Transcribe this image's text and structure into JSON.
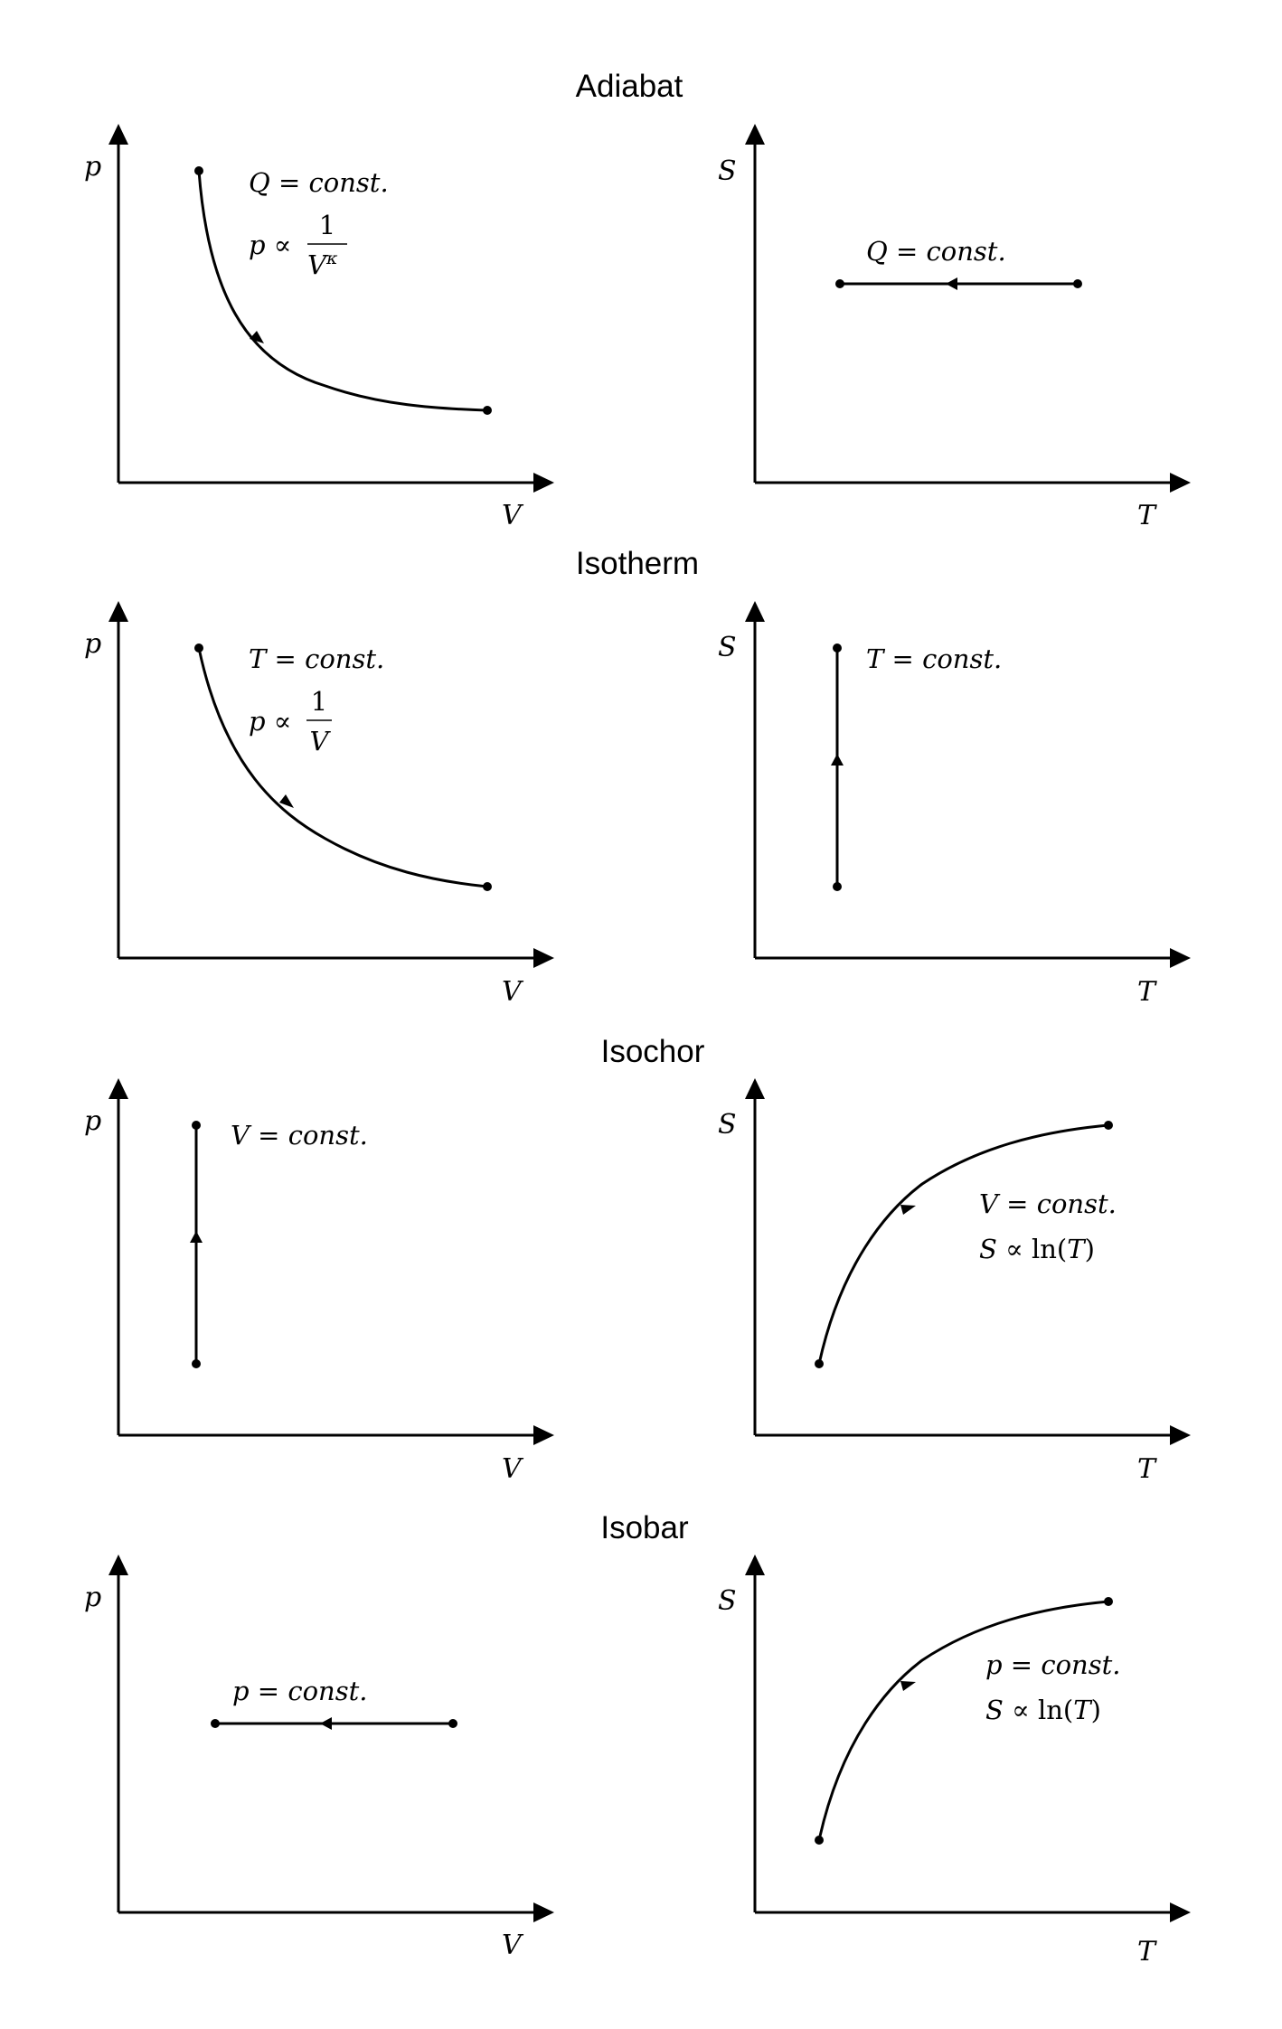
{
  "sections": [
    {
      "title": "Adiabat",
      "pv": {
        "x_label": "V",
        "y_label": "p",
        "lines": [
          "Q = const.",
          "p ∝ 1/V^κ"
        ]
      },
      "ts": {
        "x_label": "T",
        "y_label": "S",
        "lines": [
          "Q = const."
        ]
      }
    },
    {
      "title": "Isotherm",
      "pv": {
        "x_label": "V",
        "y_label": "p",
        "lines": [
          "T = const.",
          "p ∝ 1/V"
        ]
      },
      "ts": {
        "x_label": "T",
        "y_label": "S",
        "lines": [
          "T = const."
        ]
      }
    },
    {
      "title": "Isochor",
      "pv": {
        "x_label": "V",
        "y_label": "p",
        "lines": [
          "V = const."
        ]
      },
      "ts": {
        "x_label": "T",
        "y_label": "S",
        "lines": [
          "V = const.",
          "S ∝ ln(T)"
        ]
      }
    },
    {
      "title": "Isobar",
      "pv": {
        "x_label": "V",
        "y_label": "p",
        "lines": [
          "p = const."
        ]
      },
      "ts": {
        "x_label": "T",
        "y_label": "S",
        "lines": [
          "p = const.",
          "S ∝ ln(T)"
        ]
      }
    }
  ]
}
